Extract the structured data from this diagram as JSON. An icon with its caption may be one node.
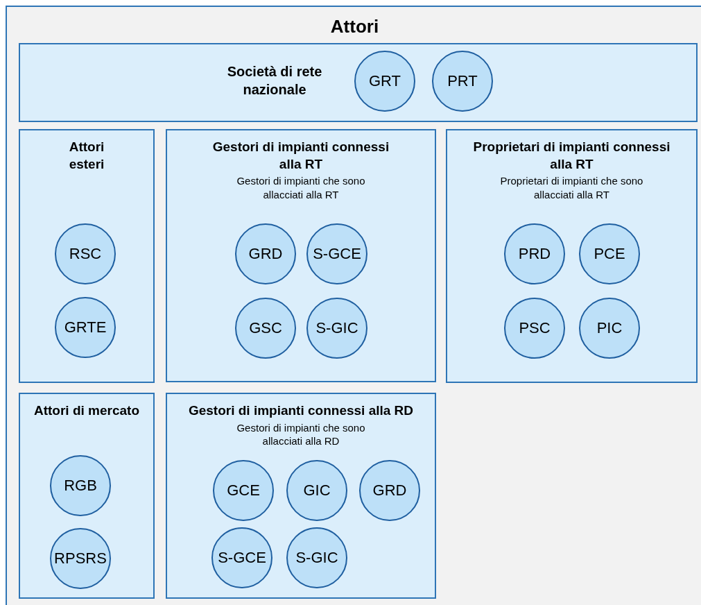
{
  "diagram": {
    "nodes": [
      {
        "text": [
          "Attori"
        ]
      },
      {
        "text": [
          "Società di rete nazionale"
        ],
        "in": 0
      },
      {
        "text": [
          "GRT"
        ],
        "in": 1
      },
      {
        "text": [
          "PRT"
        ],
        "in": 1
      },
      {
        "text": [
          "Attori esteri"
        ],
        "in": 0
      },
      {
        "text": [
          "RSC"
        ],
        "in": 4
      },
      {
        "text": [
          "GRTE"
        ],
        "in": 4
      },
      {
        "text": [
          "Gestori di impianti connessi alla RT",
          "Gestori di impianti che sono allacciati alla RT"
        ],
        "in": 0
      },
      {
        "text": [
          "GRD"
        ],
        "in": 7
      },
      {
        "text": [
          "S-GCE"
        ],
        "in": 7
      },
      {
        "text": [
          "GSC"
        ],
        "in": 7
      },
      {
        "text": [
          "S-GIC"
        ],
        "in": 7
      },
      {
        "text": [
          "Proprietari di impianti connessi alla RT",
          "Proprietari di impianti che sono allacciati alla RT"
        ],
        "in": 0
      },
      {
        "text": [
          "PRD"
        ],
        "in": 12
      },
      {
        "text": [
          "PCE"
        ],
        "in": 12
      },
      {
        "text": [
          "PSC"
        ],
        "in": 12
      },
      {
        "text": [
          "PIC"
        ],
        "in": 12
      },
      {
        "text": [
          "Attori di mercato"
        ],
        "in": 0
      },
      {
        "text": [
          "RGB"
        ],
        "in": 17
      },
      {
        "text": [
          "RPSRS"
        ],
        "in": 17
      },
      {
        "text": [
          "Gestori di impianti connessi alla RD",
          "Gestori di impianti che sono allacciati alla RD"
        ],
        "in": 0
      },
      {
        "text": [
          "GCE"
        ],
        "in": 20
      },
      {
        "text": [
          "GIC"
        ],
        "in": 20
      },
      {
        "text": [
          "GRD"
        ],
        "in": 20
      },
      {
        "text": [
          "S-GCE"
        ],
        "in": 20
      },
      {
        "text": [
          "S-GIC"
        ],
        "in": 20
      }
    ]
  }
}
